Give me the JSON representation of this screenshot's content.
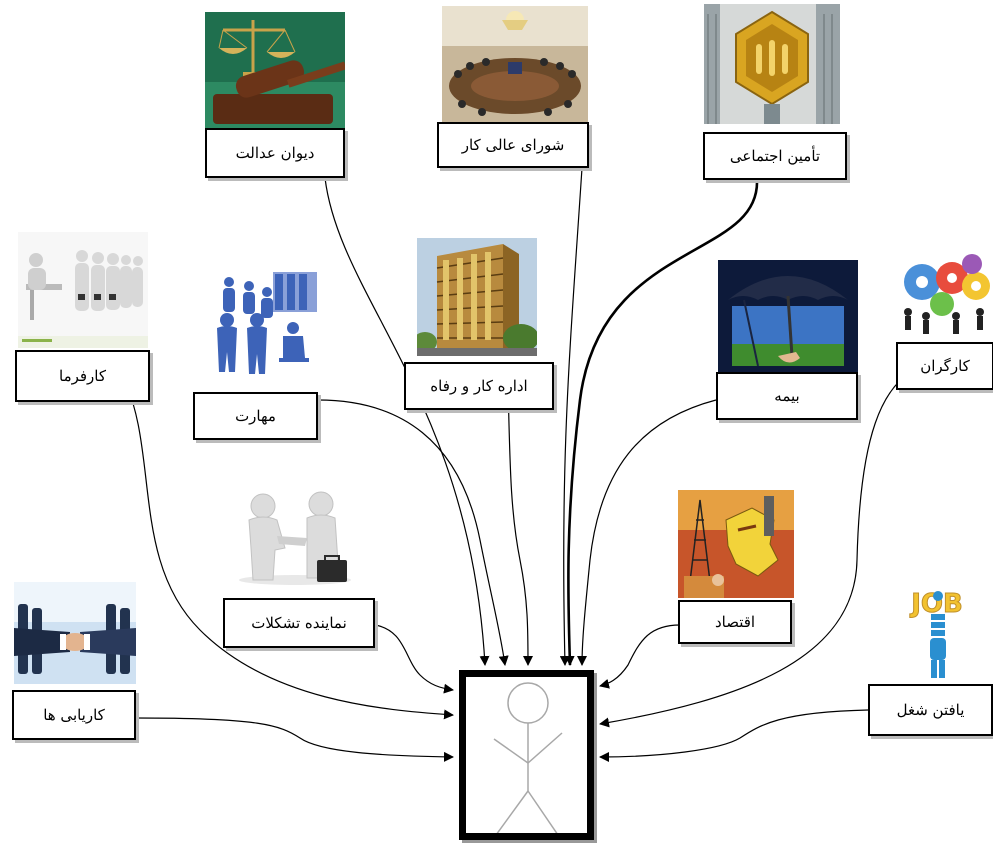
{
  "diagram": {
    "center": {
      "name": "person",
      "icon": "stick-figure-icon"
    },
    "nodes": [
      {
        "id": "court",
        "label": "دیوان عدالت",
        "icon": "gavel-scales-image"
      },
      {
        "id": "council",
        "label": "شورای عالی کار",
        "icon": "meeting-room-image"
      },
      {
        "id": "social",
        "label": "تأمین اجتماعی",
        "icon": "social-security-logo-image"
      },
      {
        "id": "employer",
        "label": "کارفرما",
        "icon": "employer-interview-image"
      },
      {
        "id": "skill",
        "label": "مهارت",
        "icon": "workers-silhouette-image"
      },
      {
        "id": "labor-office",
        "label": "اداره کار و رفاه",
        "icon": "office-building-image"
      },
      {
        "id": "insurance",
        "label": "بیمه",
        "icon": "umbrella-image"
      },
      {
        "id": "workers",
        "label": "کارگران",
        "icon": "people-gears-image"
      },
      {
        "id": "union-rep",
        "label": "نماینده تشکلات",
        "icon": "handshake-3d-image"
      },
      {
        "id": "economy",
        "label": "اقتصاد",
        "icon": "industry-map-image"
      },
      {
        "id": "placement",
        "label": "کاریابی ها",
        "icon": "business-handshake-image"
      },
      {
        "id": "job-finding",
        "label": "یافتن شغل",
        "icon": "job-letters-image"
      }
    ]
  }
}
